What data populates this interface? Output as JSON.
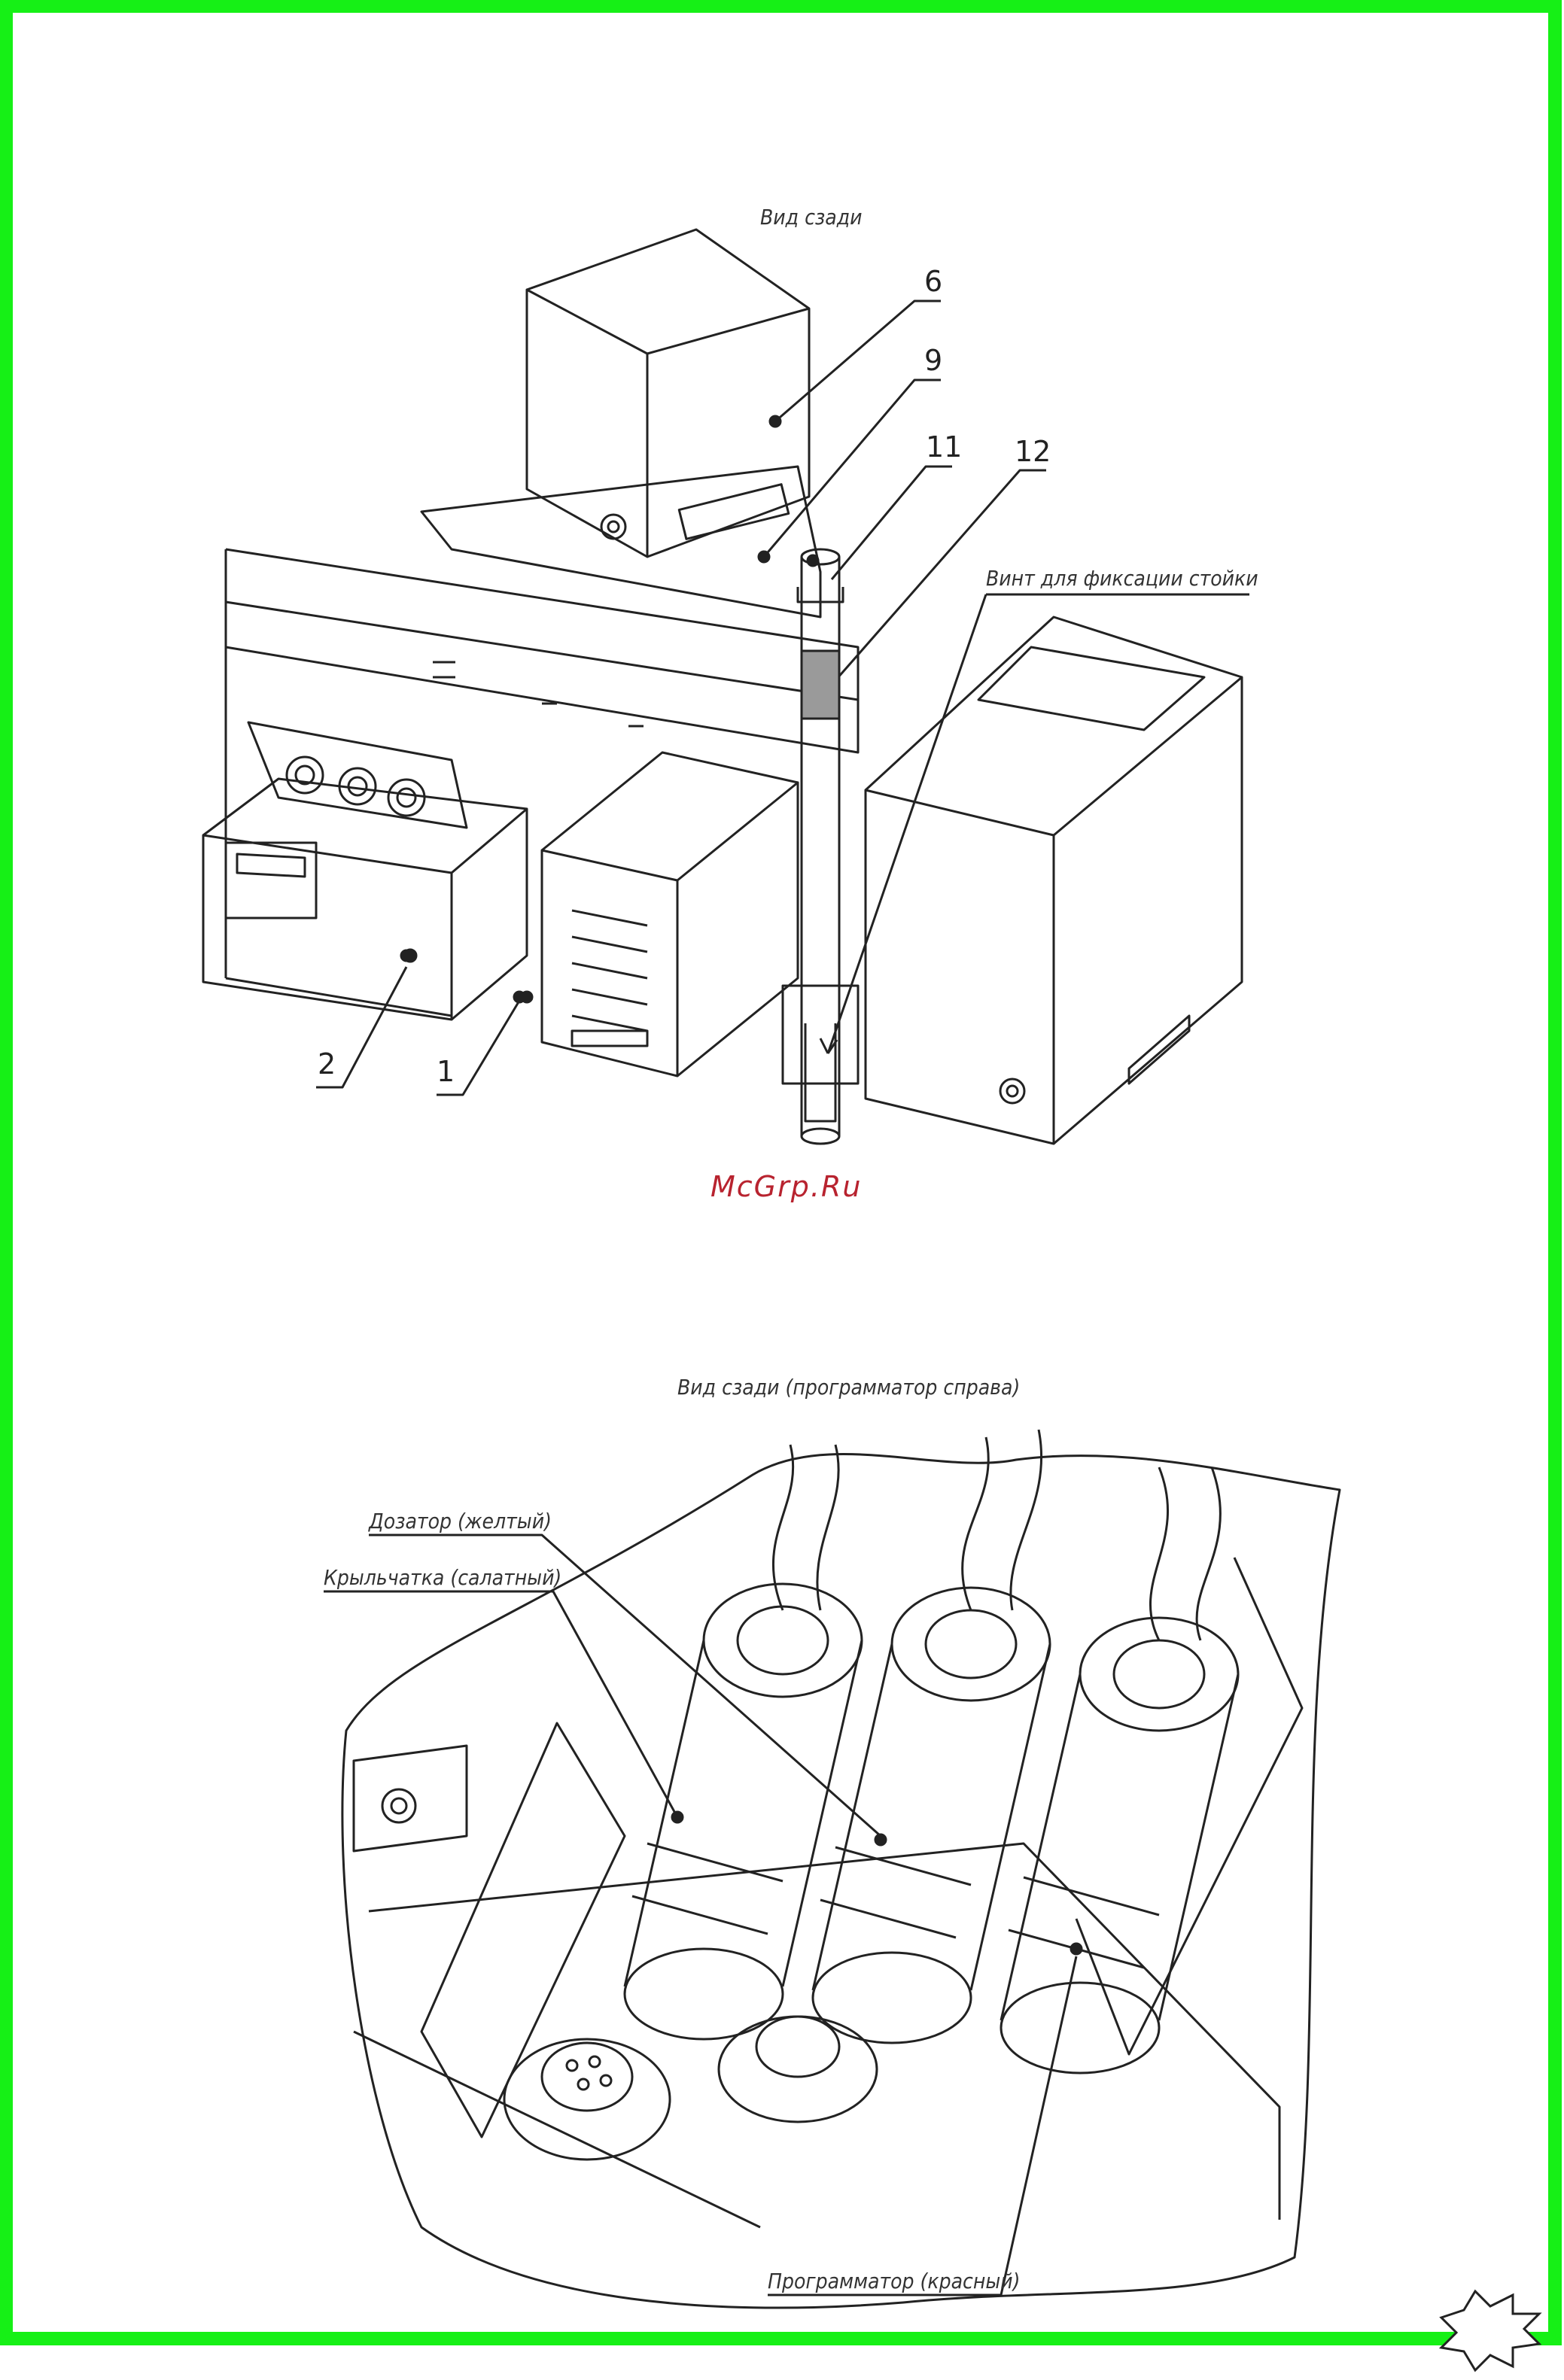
{
  "colors": {
    "border": "#16f016",
    "ink": "#222222",
    "watermark": "#b8232f",
    "highlight": "#9a9a9a"
  },
  "top_view": {
    "title": "Вид сзади",
    "callouts": [
      "6",
      "9",
      "11",
      "12",
      "2",
      "1"
    ],
    "screw_note": "Винт для фиксации стойки"
  },
  "watermark": "McGrp.Ru",
  "bottom_view": {
    "title": "Вид сзади (программатор справа)",
    "dosator": "Дозатор (желтый)",
    "impeller": "Крыльчатка (салатный)",
    "programmer": "Программатор (красный)"
  },
  "corner_badge": {
    "icon": "starburst-icon"
  }
}
